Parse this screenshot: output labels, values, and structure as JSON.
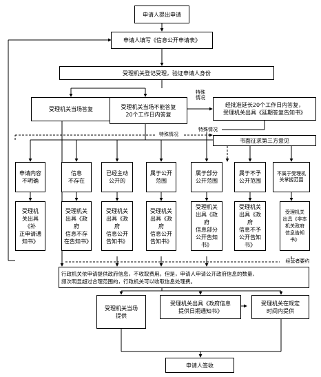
{
  "start": "申请人提出申请",
  "fill_form": "申请人填写《信息公开申请表》",
  "register": "受理机关登记受理，验证申请人身份",
  "answer_onsite": "受理机关当场答复",
  "answer_20days": "受理机关当场不能答复\n20个工作日内答复",
  "extend": "经批准延长20个工作日内答复，\n受理机关出具《延期答复告知书》",
  "third_party": "书面征求第三方意见",
  "special_1": "特殊\n情况",
  "special_2": "特殊情况",
  "special_3": "特殊情况",
  "cat": [
    "申请内容\n不明确",
    "信息\n不存在",
    "已经主动\n公开的",
    "属于公开\n范围",
    "属于部分\n公开范围",
    "属于不予\n公开范围",
    "不属于受理机\n关掌握范围"
  ],
  "notice": [
    "受理机\n关出具《补\n正申请通\n知书》",
    "受理机关\n出具《政府\n信息不存\n在告知书》",
    "受理机关\n出具《政府\n信息公开\n告知书》",
    "受理机关\n出具《政府\n信息公开\n告知书》",
    "受理机关\n出具《政府\n信息部分\n公开告知\n书》",
    "受理机关\n出具《政府\n信息不予\n公开告知\n书》",
    "受理机关\n出具《非本\n机关政府\n信息告知\n书》"
  ],
  "side_note": "经营者要约",
  "provide": "行政机关依申请提供政府信息，不收取费用。但是，申请人申请公开政府信息的数量、\n频次明显超过合理范围的，行政机关可以收取信息处理费。",
  "prov_onsite": "受理机关当场\n提供",
  "prov_notice": "受理机关出具《政府信息\n提供日期通知书》",
  "prov_time": "受理机关在规定\n时间内提供",
  "sign": "申请人签收"
}
